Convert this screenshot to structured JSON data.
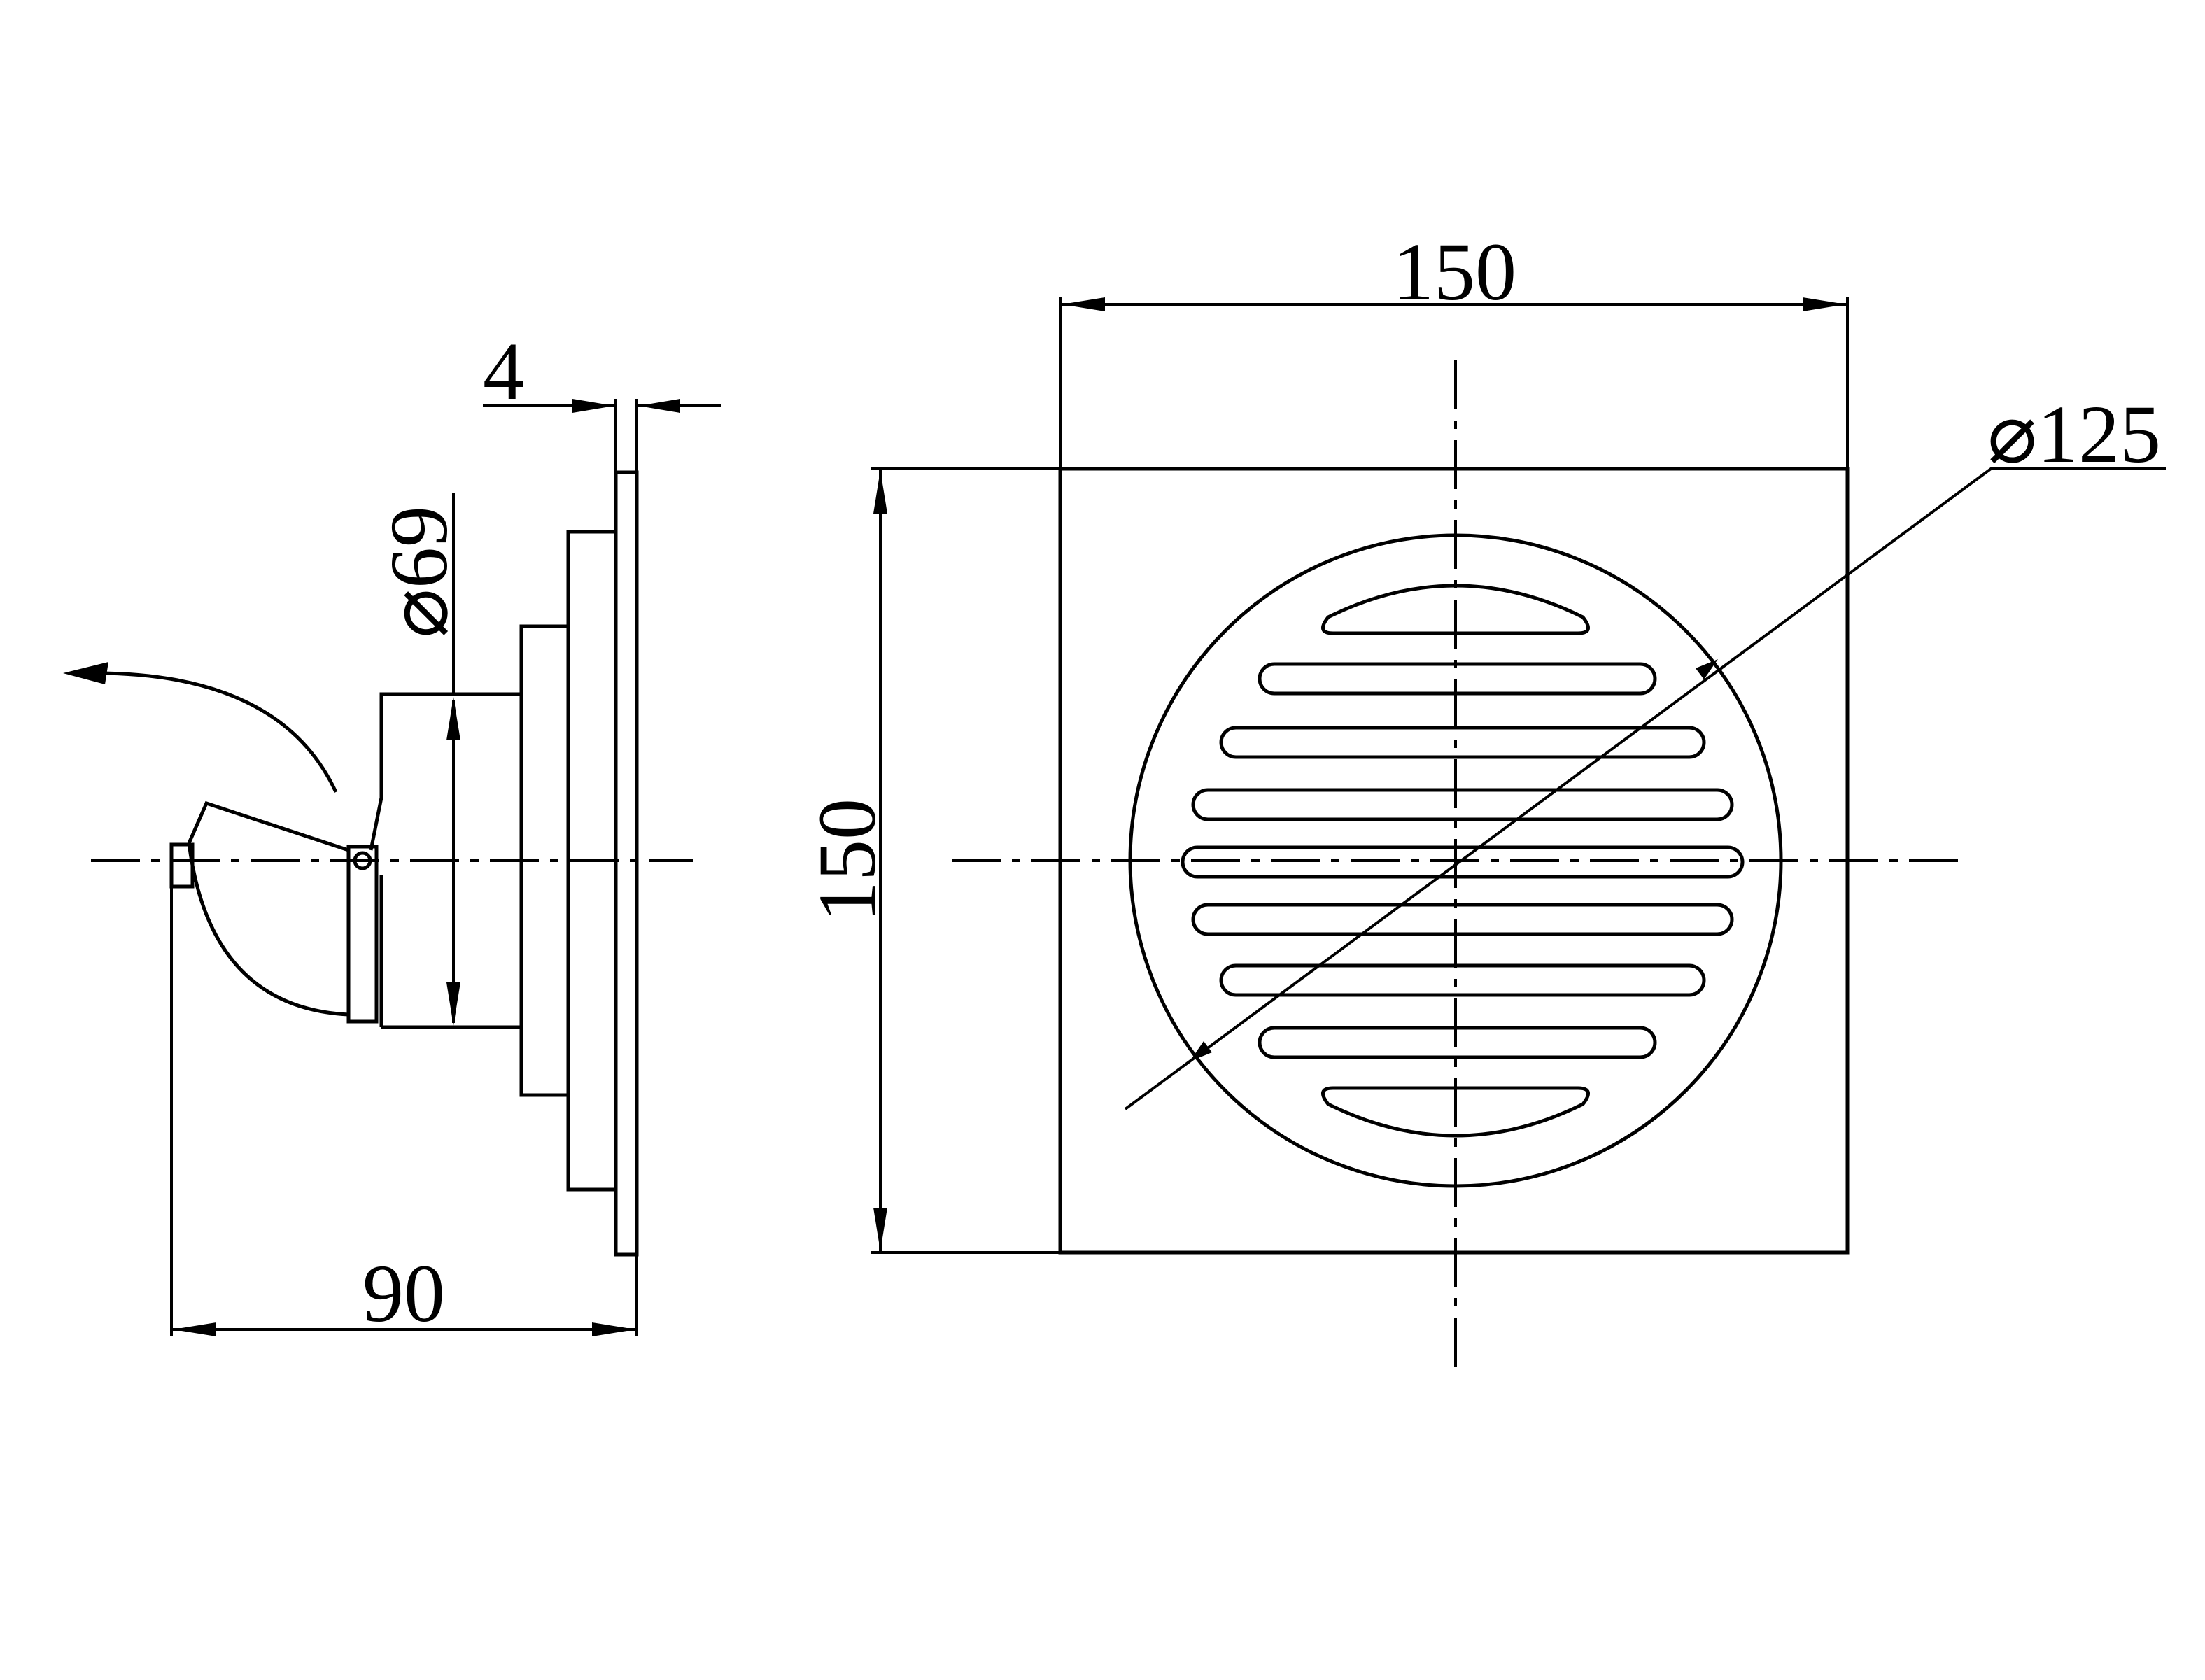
{
  "drawing": {
    "dimensions": {
      "side_depth": "90",
      "flange_thickness": "4",
      "outlet_diameter": "⌀69",
      "grate_width": "150",
      "grate_height": "150",
      "grate_diameter": "⌀125"
    }
  }
}
